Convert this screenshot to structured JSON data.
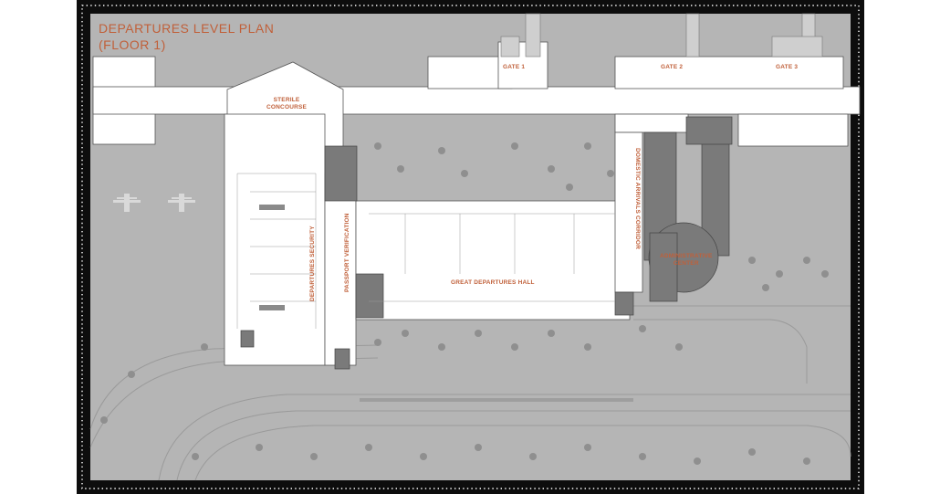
{
  "plan": {
    "title_line1": "DEPARTURES LEVEL PLAN",
    "title_line2": "(FLOOR 1)"
  },
  "labels": {
    "gate_1": "GATE 1",
    "gate_2": "GATE 2",
    "gate_3": "GATE 3",
    "sterile_line1": "STERILE",
    "sterile_line2": "CONCOURSE",
    "departures_security": "DEPARTURES SECURITY",
    "passport_verification": "PASSPORT VERIFICATION",
    "great_departures_hall": "GREAT DEPARTURES HALL",
    "domestic_arrivals_corridor": "DOMESTIC ARRIVALS CORRIDOR",
    "admin_line1": "ADMINISTRATIVE",
    "admin_line2": "CENTER"
  },
  "colors": {
    "frame": "#0d0d0d",
    "ground": "#b5b5b5",
    "building": "#ffffff",
    "dark_block": "#7a7a7a",
    "label": "#c0603a"
  }
}
